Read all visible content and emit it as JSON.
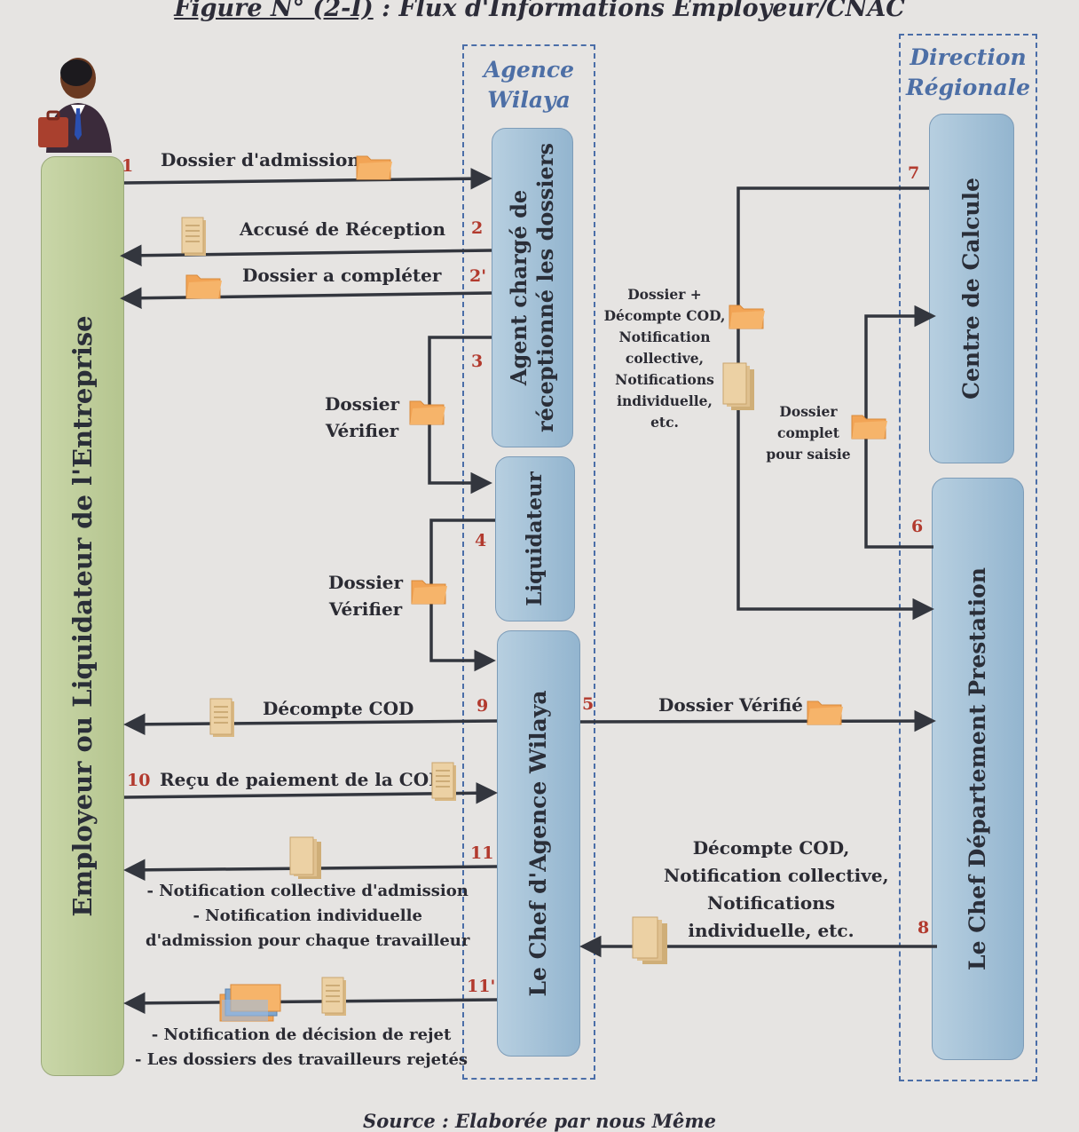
{
  "figure": {
    "label": "Figure N° (2-I)",
    "title": " : Flux d'Informations Employeur/CNAC"
  },
  "source": "Source : Elaborée par nous Même",
  "zones": {
    "agence": [
      "Agence",
      "Wilaya"
    ],
    "direction": [
      "Direction",
      "Régionale"
    ]
  },
  "lanes": {
    "employeur": "Employeur ou Liquidateur de l'Entreprise",
    "agent": [
      "Agent chargé de",
      "réceptionné les dossiers"
    ],
    "liquidateur": "Liquidateur",
    "chef_agence": "Le Chef d'Agence Wilaya",
    "centre": "Centre de Calcule",
    "chef_dept": "Le Chef Département Prestation"
  },
  "steps": {
    "s1": "1",
    "s2": "2",
    "s2b": "2'",
    "s3": "3",
    "s4": "4",
    "s5": "5",
    "s6": "6",
    "s7": "7",
    "s8": "8",
    "s9": "9",
    "s10": "10",
    "s11": "11",
    "s11b": "11'"
  },
  "labels": {
    "dossier_admission": "Dossier d'admission",
    "accuse": "Accusé de Réception",
    "completer": "Dossier a compléter",
    "verifier_1": [
      "Dossier",
      "Vérifier"
    ],
    "verifier_2": [
      "Dossier",
      "Vérifier"
    ],
    "decompte": "Décompte COD",
    "recu": "Reçu de paiement de la COD",
    "notif_admission": [
      "- Notification collective d'admission",
      "- Notification individuelle",
      "d'admission pour chaque travailleur"
    ],
    "rejet": [
      "- Notification de décision de rejet",
      "- Les dossiers des travailleurs rejetés"
    ],
    "dossier_verifie": "Dossier Vérifié",
    "decompte_notifs": [
      "Décompte COD,",
      "Notification collective,",
      "Notifications",
      "individuelle, etc."
    ],
    "dossier_decompte": [
      "Dossier +",
      "Décompte COD,",
      "Notification",
      "collective,",
      "Notifications",
      "individuelle,",
      "etc."
    ],
    "dossier_complet": [
      "Dossier",
      "complet",
      "pour saisie"
    ]
  },
  "colors": {
    "arrow": "#33363e",
    "folder": "#f2a455",
    "doc": "#e8c89a",
    "dash": "#4b6ea8",
    "step": "#b23a2e"
  }
}
